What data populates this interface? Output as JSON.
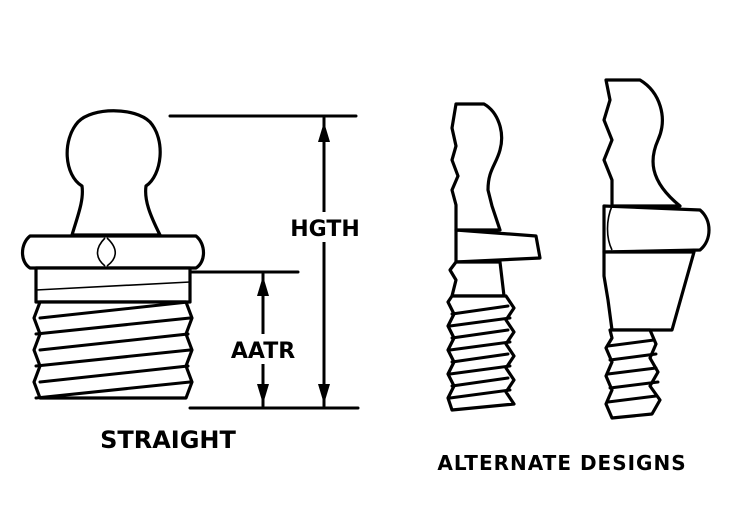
{
  "dimensions": {
    "hgth": "HGTH",
    "aatr": "AATR"
  },
  "captions": {
    "straight": "STRAIGHT",
    "alternate": "ALTERNATE DESIGNS"
  },
  "colors": {
    "ink": "#000000",
    "paper": "#ffffff"
  }
}
